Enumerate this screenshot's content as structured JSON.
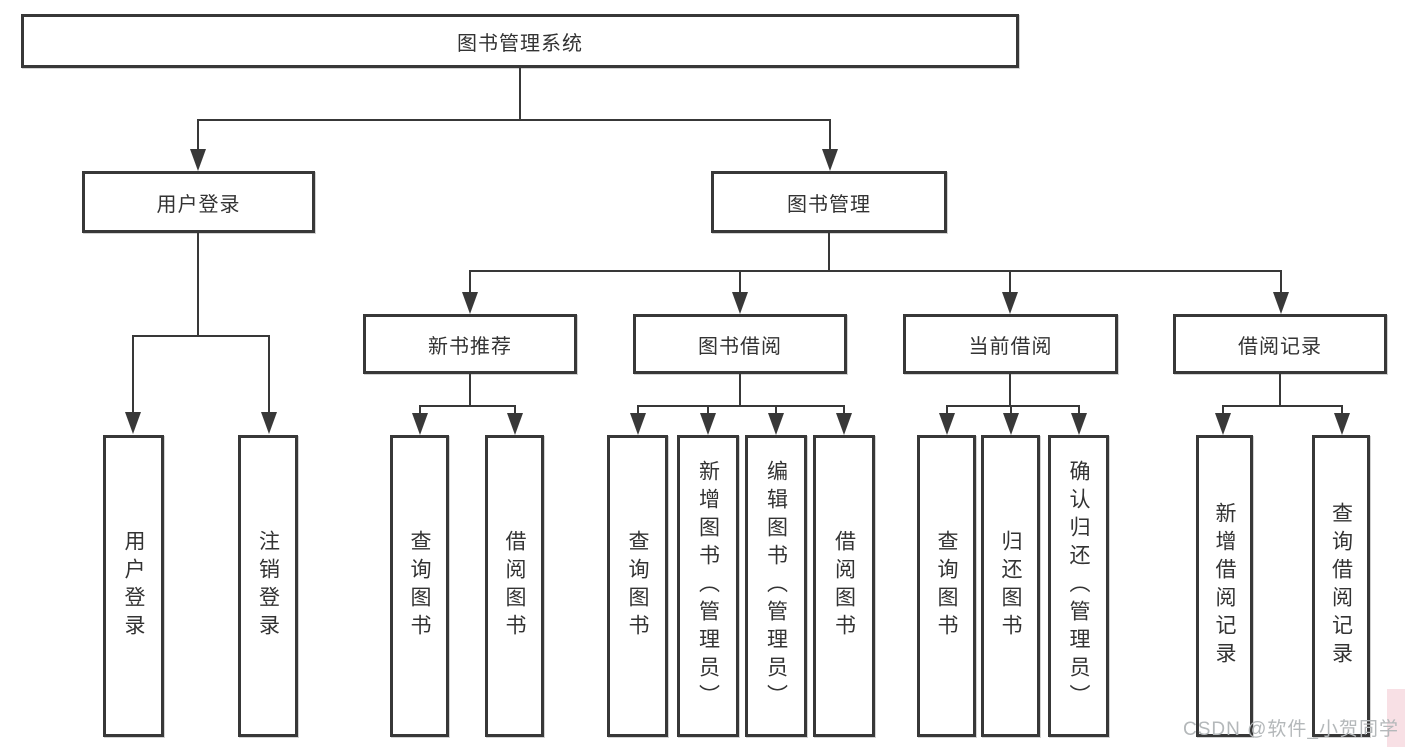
{
  "tree": {
    "root": {
      "label": "图书管理系统"
    },
    "level2": [
      {
        "id": "user-login",
        "label": "用户登录"
      },
      {
        "id": "book-management",
        "label": "图书管理"
      }
    ],
    "level3": [
      {
        "id": "new-book-recommend",
        "label": "新书推荐"
      },
      {
        "id": "book-borrow",
        "label": "图书借阅"
      },
      {
        "id": "current-borrow",
        "label": "当前借阅"
      },
      {
        "id": "borrow-records",
        "label": "借阅记录"
      }
    ],
    "leaves_user_login": [
      {
        "label": "用户登录"
      },
      {
        "label": "注销登录"
      }
    ],
    "leaves_new_book": [
      {
        "label": "查询图书"
      },
      {
        "label": "借阅图书"
      }
    ],
    "leaves_book_borrow": [
      {
        "label": "查询图书"
      },
      {
        "label": "新增图书（管理员）"
      },
      {
        "label": "编辑图书（管理员）"
      },
      {
        "label": "借阅图书"
      }
    ],
    "leaves_current_borrow": [
      {
        "label": "查询图书"
      },
      {
        "label": "归还图书"
      },
      {
        "label": "确认归还（管理员）"
      }
    ],
    "leaves_borrow_record": [
      {
        "label": "新增借阅记录"
      },
      {
        "label": "查询借阅记录"
      }
    ]
  },
  "watermark": {
    "text": "CSDN @软件_小贺同学"
  },
  "colors": {
    "background": "#ffffff",
    "box_border": "#383838",
    "line": "#383838",
    "text": "#333333",
    "watermark": "#b4b8ba"
  }
}
